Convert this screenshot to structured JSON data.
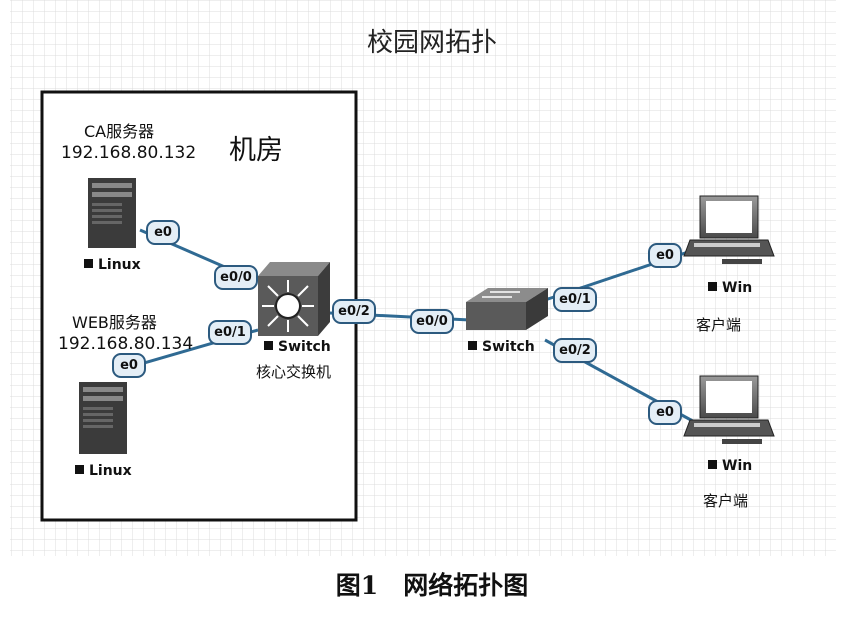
{
  "title": "校园网拓扑",
  "room_label": "机房",
  "caption": "图1　网络拓扑图",
  "colors": {
    "link": "#2f6a93",
    "port_border": "#2c5a7f",
    "port_fill": "#e4eef6",
    "grid": "#dcdcdc"
  },
  "servers": {
    "ca": {
      "name": "CA服务器",
      "ip": "192.168.80.132",
      "os": "Linux",
      "port": "e0",
      "icon": "server-tower-icon"
    },
    "web": {
      "name": "WEB服务器",
      "ip": "192.168.80.134",
      "os": "Linux",
      "port": "e0",
      "icon": "server-tower-icon"
    }
  },
  "core_switch": {
    "label": "Switch",
    "name": "核心交换机",
    "icon": "layer3-switch-icon",
    "ports": {
      "to_ca": "e0/0",
      "to_web": "e0/1",
      "to_access": "e0/2"
    }
  },
  "access_switch": {
    "label": "Switch",
    "icon": "switch-icon",
    "ports": {
      "uplink": "e0/0",
      "to_client1": "e0/1",
      "to_client2": "e0/2"
    }
  },
  "clients": [
    {
      "os": "Win",
      "name": "客户端",
      "port": "e0",
      "icon": "pc-icon"
    },
    {
      "os": "Win",
      "name": "客户端",
      "port": "e0",
      "icon": "pc-icon"
    }
  ]
}
